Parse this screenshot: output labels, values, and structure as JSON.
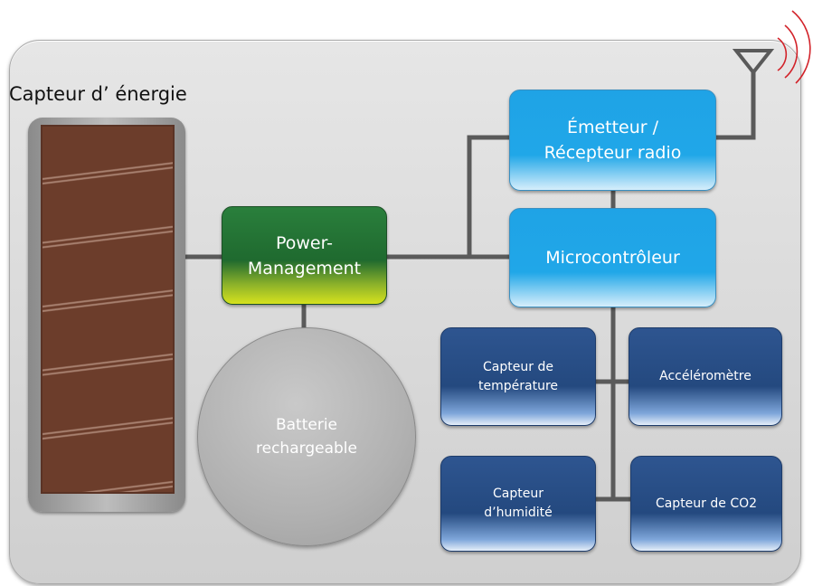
{
  "energy_harvester": {
    "label": "Capteur d’ énergie"
  },
  "power_management": {
    "line1": "Power-",
    "line2": "Management"
  },
  "radio": {
    "line1": "Émetteur /",
    "line2": "Récepteur radio"
  },
  "microcontroller": {
    "label": "Microcontrôleur"
  },
  "battery": {
    "line1": "Batterie",
    "line2": "rechargeable"
  },
  "sensors": {
    "temperature": {
      "line1": "Capteur de",
      "line2": "température"
    },
    "accelerometer": {
      "label": "Accéléromètre"
    },
    "humidity": {
      "line1": "Capteur",
      "line2": "d’humidité"
    },
    "co2": {
      "label": "Capteur de CO2"
    }
  },
  "colors": {
    "board": "#d9d9d9",
    "power_management": "#1f6a2f",
    "light_blue": "#20a7e8",
    "dark_blue": "#24497f",
    "wire": "#5a5a5a",
    "signal": "#d2232a"
  },
  "icons": {
    "antenna": "antenna-icon",
    "signal_waves": "signal-waves-icon"
  }
}
